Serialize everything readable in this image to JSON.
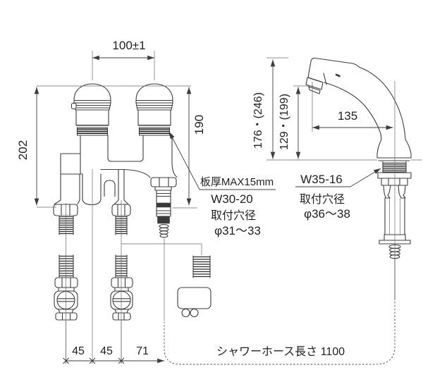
{
  "dimensions": {
    "handle_pitch": "100±1",
    "height_left": "202",
    "height_right": "190",
    "spout_height": "176・(246)",
    "outlet_height": "129・(199)",
    "spout_reach": "135",
    "pitch_a": "45",
    "pitch_b": "45",
    "pitch_c": "71"
  },
  "labels": {
    "deck_thickness": "板厚MAX15mm",
    "thread_left": "W30-20",
    "hole_title_left": "取付穴径",
    "hole_left": "φ31〜33",
    "thread_right": "W35-16",
    "hole_title_right": "取付穴径",
    "hole_right": "φ36〜38",
    "hose_length": "シャワーホース長さ 1100"
  }
}
